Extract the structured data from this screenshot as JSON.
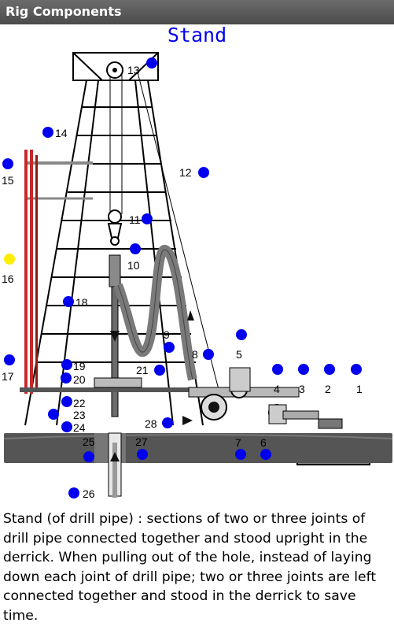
{
  "app": {
    "title": "Rig Components"
  },
  "term": {
    "title": "Stand"
  },
  "description": "Stand (of drill pipe) : sections of two or three joints of drill pipe connected together and stood upright in the derrick. When pulling out of the hole, instead of laying down each joint of drill pipe; two or three joints are left connected together and stood in the derrick to save time.",
  "colors": {
    "marker": "#0000ee",
    "selected_marker": "#ffee00",
    "title": "#0000ee",
    "titlebar": "#555555"
  },
  "labels": {
    "l1": "1",
    "l2": "2",
    "l3": "3",
    "l4": "4",
    "l5": "5",
    "l6": "6",
    "l7": "7",
    "l8": "8",
    "l9": "9",
    "l10": "10",
    "l11": "11",
    "l12": "12",
    "l13": "13",
    "l14": "14",
    "l15": "15",
    "l16": "16",
    "l17": "17",
    "l18": "18",
    "l19": "19",
    "l20": "20",
    "l21": "21",
    "l22": "22",
    "l23": "23",
    "l24": "24",
    "l25": "25",
    "l26": "26",
    "l27": "27",
    "l28": "28"
  },
  "selected_component": "16"
}
